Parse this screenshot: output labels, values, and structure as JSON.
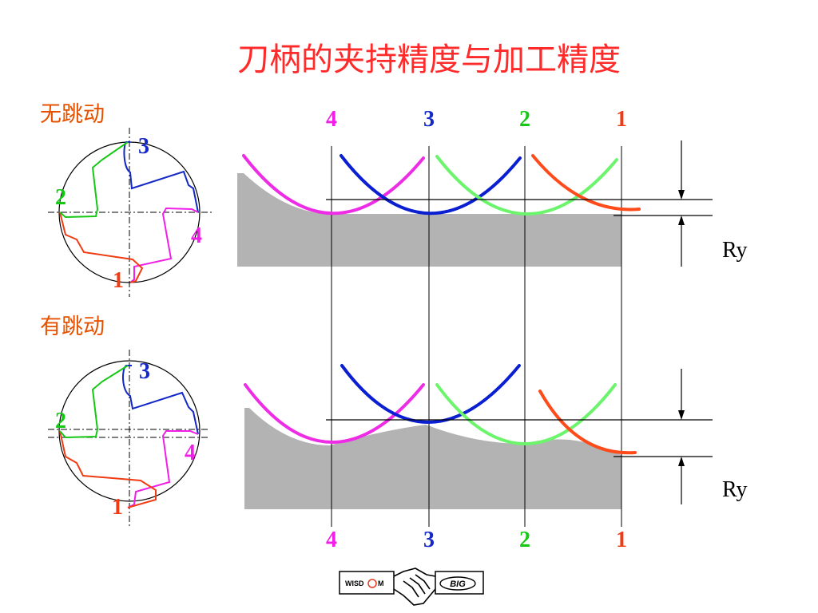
{
  "title": "刀柄的夹持精度与加工精度",
  "sections": {
    "no_runout": "无跳动",
    "runout": "有跳动"
  },
  "teeth": {
    "t1": "1",
    "t2": "2",
    "t3": "3",
    "t4": "4"
  },
  "ry_label": "Ry",
  "logo": {
    "left_text": "WISD",
    "left_tail": "M",
    "right_text": "BIG"
  },
  "colors": {
    "title": "#ff2a2a",
    "section": "#e65100",
    "tooth_1": "#f03c14",
    "tooth_2": "#14c814",
    "tooth_3": "#1428c8",
    "tooth_4": "#f01ee6",
    "arc_1": "#ff4a1a",
    "arc_2": "#6cf56c",
    "arc_3": "#0a1ed2",
    "arc_4": "#ee2ce6",
    "workpiece": "#b3b3b3"
  }
}
